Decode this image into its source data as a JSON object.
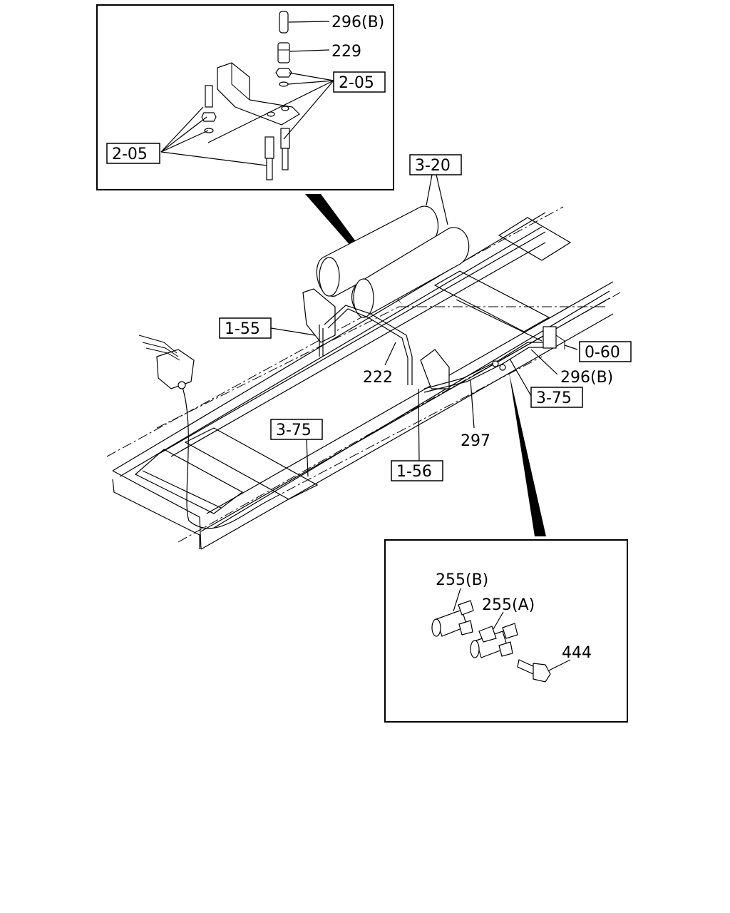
{
  "labels": {
    "l_296b_top": "296(B)",
    "l_229": "229",
    "l_205_a": "2-05",
    "l_205_b": "2-05",
    "l_320": "3-20",
    "l_155": "1-55",
    "l_060": "0-60",
    "l_222": "222",
    "l_296b_mid": "296(B)",
    "l_375_a": "3-75",
    "l_375_b": "3-75",
    "l_297": "297",
    "l_156": "1-56",
    "l_255b": "255(B)",
    "l_255a": "255(A)",
    "l_444": "444"
  }
}
